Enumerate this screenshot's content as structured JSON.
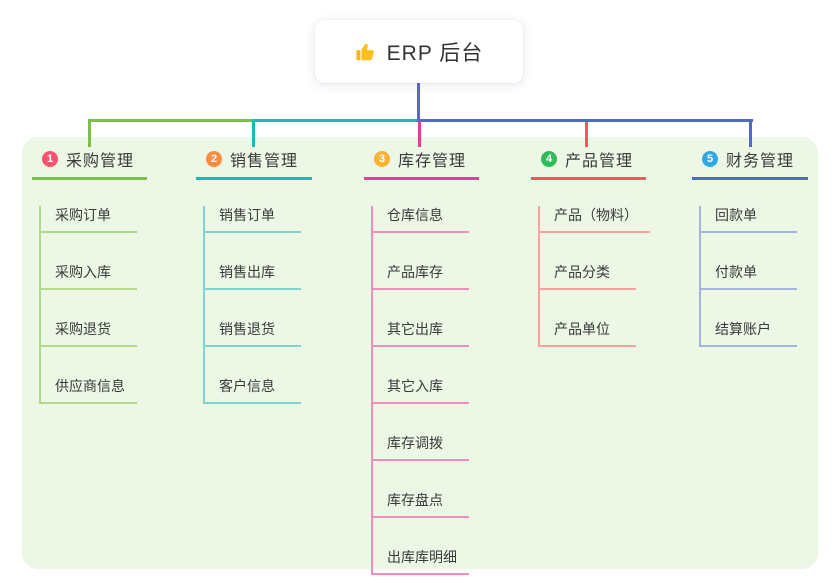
{
  "root": {
    "title": "ERP 后台",
    "icon": "thumbs-up-icon"
  },
  "colors": {
    "page_background": "#ffffff",
    "panel_background": "#ecf7e6",
    "root_connector": "#5b68c2",
    "text": "#3a3a3a"
  },
  "branches": [
    {
      "index": "1",
      "label": "采购管理",
      "color": "#7cbf4a",
      "light_color": "#b2d98c",
      "badge_color": "#f9536e",
      "children": [
        "采购订单",
        "采购入库",
        "采购退货",
        "供应商信息"
      ]
    },
    {
      "index": "2",
      "label": "销售管理",
      "color": "#17bdb5",
      "light_color": "#7fd4cd",
      "badge_color": "#fa8c42",
      "children": [
        "销售订单",
        "销售出库",
        "销售退货",
        "客户信息"
      ]
    },
    {
      "index": "3",
      "label": "库存管理",
      "color": "#e23e96",
      "light_color": "#ef8ebd",
      "badge_color": "#f9b234",
      "children": [
        "仓库信息",
        "产品库存",
        "其它出库",
        "其它入库",
        "库存调拨",
        "库存盘点",
        "出库库明细"
      ]
    },
    {
      "index": "4",
      "label": "产品管理",
      "color": "#f8565e",
      "light_color": "#f9a0a0",
      "badge_color": "#2fbd5b",
      "children": [
        "产品（物料）",
        "产品分类",
        "产品单位"
      ]
    },
    {
      "index": "5",
      "label": "财务管理",
      "color": "#4f6cc5",
      "light_color": "#a3b4de",
      "badge_color": "#31a9e0",
      "children": [
        "回款单",
        "付款单",
        "结算账户"
      ]
    }
  ]
}
